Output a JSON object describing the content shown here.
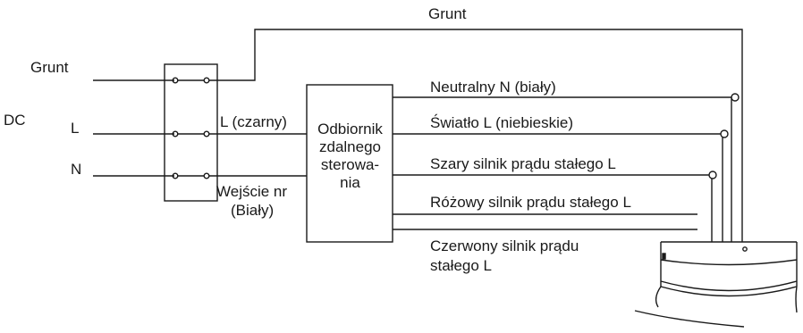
{
  "labels": {
    "ground_top": "Grunt",
    "ground_left": "Grunt",
    "dc": "DC",
    "l_input": "L",
    "n_input": "N",
    "l_black": "L (czarny)",
    "n_input_line1": "Wejście nr",
    "n_input_line2": "(Biały)"
  },
  "receiver": {
    "line1": "Odbiornik",
    "line2": "zdalnego",
    "line3": "sterowa-",
    "line4": "nia"
  },
  "outputs": {
    "neutral": "Neutralny N (biały)",
    "light": "Światło L (niebieskie)",
    "grey_motor": "Szary silnik prądu stałego L",
    "pink_motor": "Różowy silnik prądu stałego L",
    "red_motor_line1": "Czerwony silnik prądu",
    "red_motor_line2": "stałego L"
  }
}
